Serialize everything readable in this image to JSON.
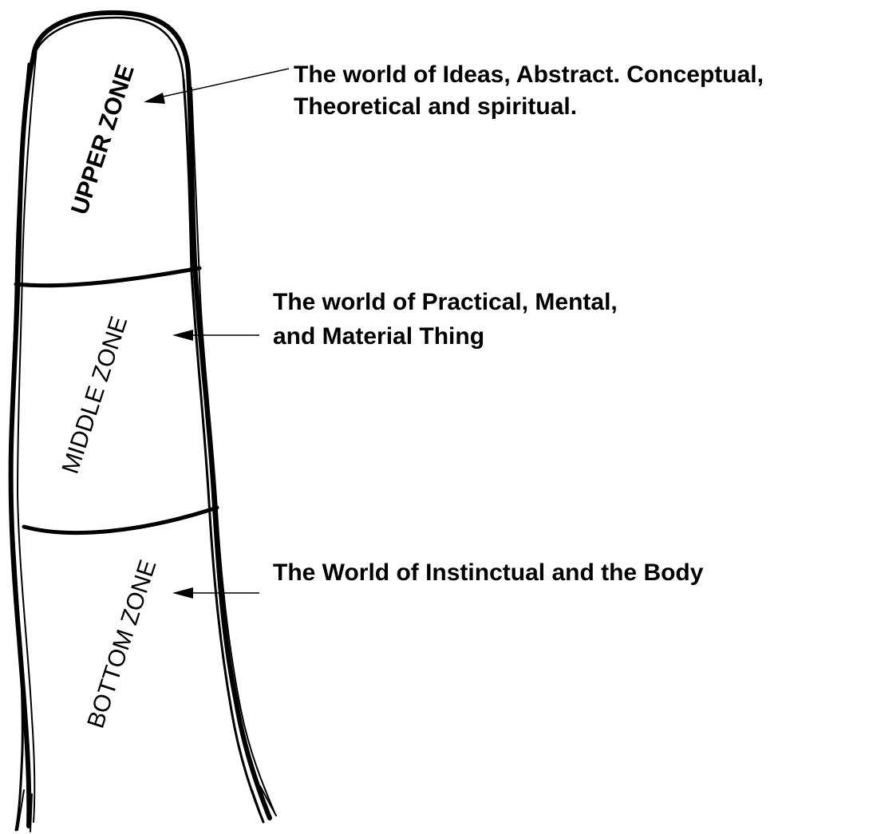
{
  "zones": {
    "upper": {
      "label": "UPPER  ZONE"
    },
    "middle": {
      "label": "MIDDLE ZONE"
    },
    "bottom": {
      "label": "BOTTOM ZONE"
    }
  },
  "descriptions": {
    "upper": {
      "line1": "The world of Ideas, Abstract. Conceptual,",
      "line2": "Theoretical and spiritual."
    },
    "middle": {
      "line1": "The world of Practical, Mental,",
      "line2": "and Material Thing"
    },
    "bottom": {
      "line1": "The World of Instinctual and the Body"
    }
  }
}
